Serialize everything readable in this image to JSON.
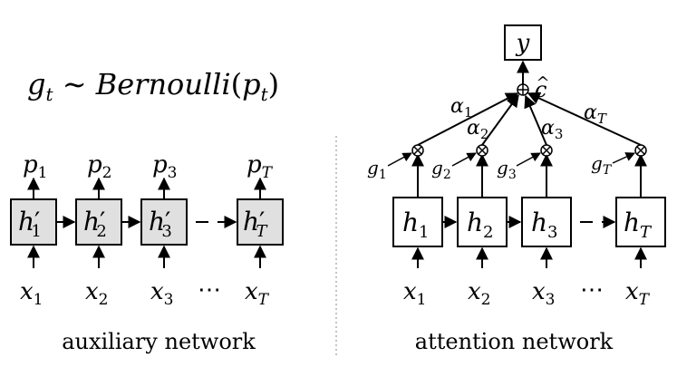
{
  "auxiliary": {
    "formula": {
      "g": "g",
      "t": "t",
      "sim": " ∼ ",
      "dist": "Bernoulli",
      "open": "(",
      "p": "p",
      "close": ")"
    },
    "cells": [
      {
        "h": "h",
        "prime": "′",
        "sub": "1",
        "p": "p",
        "p_sub": "1",
        "x": "x",
        "x_sub": "1"
      },
      {
        "h": "h",
        "prime": "′",
        "sub": "2",
        "p": "p",
        "p_sub": "2",
        "x": "x",
        "x_sub": "2"
      },
      {
        "h": "h",
        "prime": "′",
        "sub": "3",
        "p": "p",
        "p_sub": "3",
        "x": "x",
        "x_sub": "3"
      },
      {
        "h": "h",
        "prime": "′",
        "sub": "T",
        "p": "p",
        "p_sub": "T",
        "x": "x",
        "x_sub": "T"
      }
    ],
    "dots": "⋯",
    "caption": "auxiliary network"
  },
  "attention": {
    "output": "y",
    "context": "c",
    "context_hat": "^",
    "sum_symbol": "⊕",
    "mult_symbol": "⊗",
    "cells": [
      {
        "h": "h",
        "sub": "1",
        "g": "g",
        "g_sub": "1",
        "x": "x",
        "x_sub": "1",
        "alpha": "α",
        "alpha_sub": "1"
      },
      {
        "h": "h",
        "sub": "2",
        "g": "g",
        "g_sub": "2",
        "x": "x",
        "x_sub": "2",
        "alpha": "α",
        "alpha_sub": "2"
      },
      {
        "h": "h",
        "sub": "3",
        "g": "g",
        "g_sub": "3",
        "x": "x",
        "x_sub": "3",
        "alpha": "α",
        "alpha_sub": "3"
      },
      {
        "h": "h",
        "sub": "T",
        "g": "g",
        "g_sub": "T",
        "x": "x",
        "x_sub": "T",
        "alpha": "α",
        "alpha_sub": "T"
      }
    ],
    "dots": "⋯",
    "caption": "attention network"
  }
}
